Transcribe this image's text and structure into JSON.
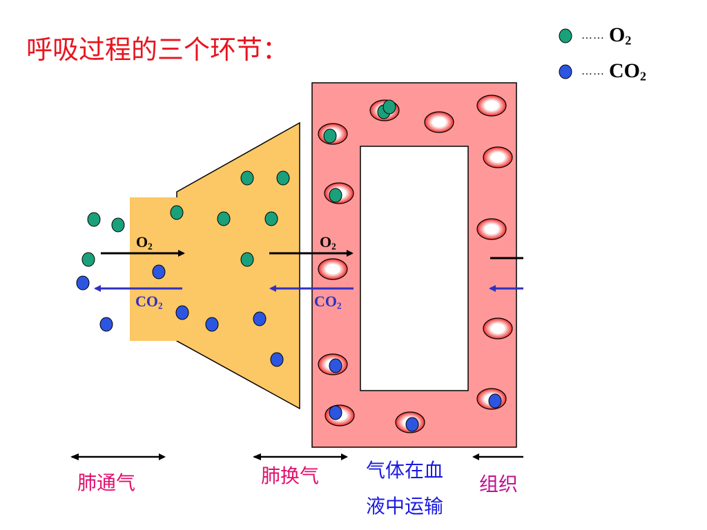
{
  "title": "呼吸过程的三个环节：",
  "legend": [
    {
      "dots": "……",
      "label": "O",
      "sub": "2",
      "color": "#1aa07a",
      "icon": "green-dot"
    },
    {
      "dots": "……",
      "label": "CO",
      "sub": "2",
      "color": "#2c55e0",
      "icon": "blue-dot"
    }
  ],
  "arrow_labels": {
    "o2_main": "O",
    "o2_sub": "2",
    "co2_main": "CO",
    "co2_sub": "2"
  },
  "stages": {
    "pulmonary_ventilation": "肺通气",
    "gas_exchange_lung": "肺换气",
    "transport_line1": "气体在血",
    "transport_line2": "液中运输",
    "tissue": "组织"
  },
  "colors": {
    "title": "#e8141e",
    "lung": "#fcc765",
    "blood": "#ff9999",
    "o2_dot": "#1aa07a",
    "co2_dot": "#2c55e0",
    "co2_arrow": "#3030c0",
    "stage_magenta": "#e0106e",
    "stage_blue": "#1a1ae0"
  }
}
